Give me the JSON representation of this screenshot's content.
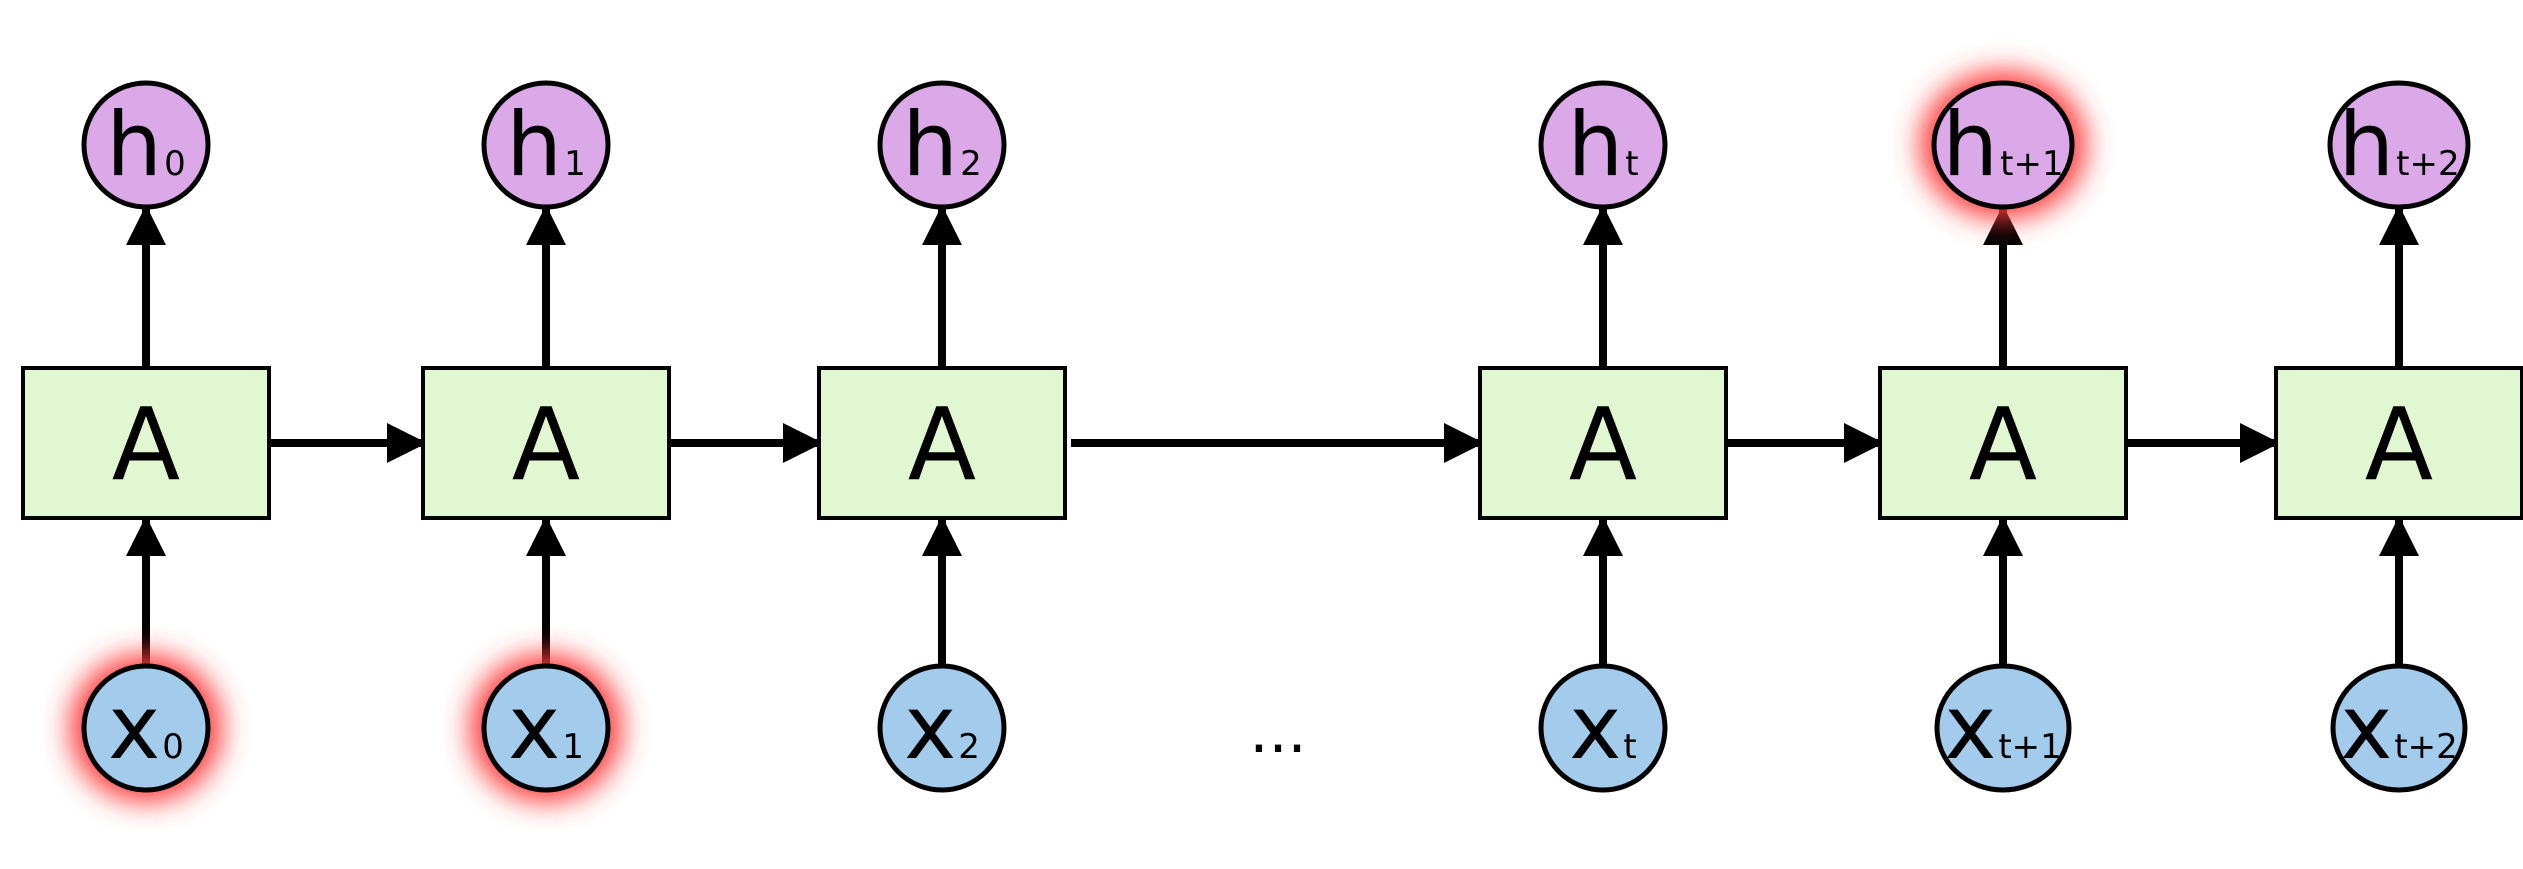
{
  "cell_label": "A",
  "ellipsis": "...",
  "colors": {
    "cell_fill": "#e0f7d2",
    "hidden_fill": "#dba8e8",
    "input_fill": "#a3cbec",
    "highlight": "#ff3b3b"
  },
  "steps": [
    {
      "h_main": "h",
      "h_sub": "0",
      "x_main": "x",
      "x_sub": "0",
      "h_highlight": false,
      "x_highlight": true
    },
    {
      "h_main": "h",
      "h_sub": "1",
      "x_main": "x",
      "x_sub": "1",
      "h_highlight": false,
      "x_highlight": true
    },
    {
      "h_main": "h",
      "h_sub": "2",
      "x_main": "x",
      "x_sub": "2",
      "h_highlight": false,
      "x_highlight": false
    },
    {
      "h_main": "h",
      "h_sub": "t",
      "x_main": "x",
      "x_sub": "t",
      "h_highlight": false,
      "x_highlight": false
    },
    {
      "h_main": "h",
      "h_sub": "t+1",
      "x_main": "x",
      "x_sub": "t+1",
      "h_highlight": true,
      "x_highlight": false
    },
    {
      "h_main": "h",
      "h_sub": "t+2",
      "x_main": "x",
      "x_sub": "t+2",
      "h_highlight": false,
      "x_highlight": false
    }
  ]
}
